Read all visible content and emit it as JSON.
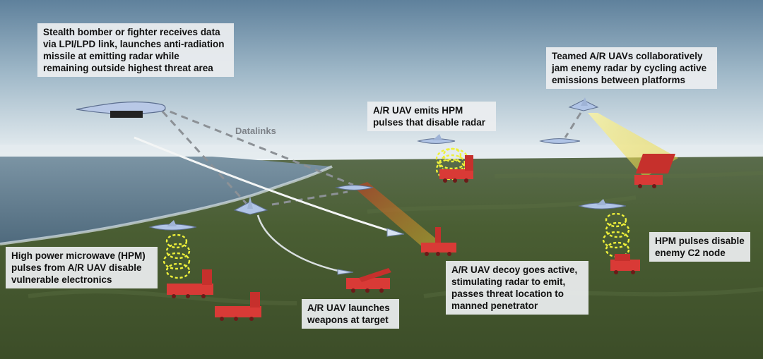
{
  "callouts": {
    "stealth_bomber": "Stealth bomber or fighter receives data\nvia LPI/LPD link, launches anti-radiation\nmissile at emitting radar while\nremaining outside highest threat area",
    "teamed_jamming": "Teamed A/R UAVs collaboratively\njam enemy radar by cycling active\nemissions between platforms",
    "hpm_emit": "A/R UAV emits HPM\npulses that disable radar",
    "hpm_electronics": "High power microwave (HPM)\npulses from A/R UAV disable\nvulnerable electronics",
    "hpm_c2": "HPM pulses disable\nenemy C2 node",
    "decoy": "A/R UAV decoy goes active,\nstimulating radar to emit,\npasses threat location to\nmanned penetrator",
    "launch_weapons": "A/R UAV launches\nweapons at target"
  },
  "labels": {
    "datalinks": "Datalinks"
  },
  "colors": {
    "sky_top": "#6e8ea6",
    "sky_horizon": "#e7eef2",
    "ocean": "#5f7a8c",
    "land": "#4c5f34",
    "uav_body": "#aebfe0",
    "launcher_red": "#d93a36",
    "hpm_yellow": "#eef03a",
    "jam_yellow": "#f2e640",
    "decoy_red": "#d23a2a"
  },
  "icons": [
    "stealth-bomber-icon",
    "uav-icon",
    "missile-icon",
    "sam-launcher-icon",
    "radar-truck-icon",
    "hpm-pulse-icon",
    "jamming-beam-icon"
  ]
}
